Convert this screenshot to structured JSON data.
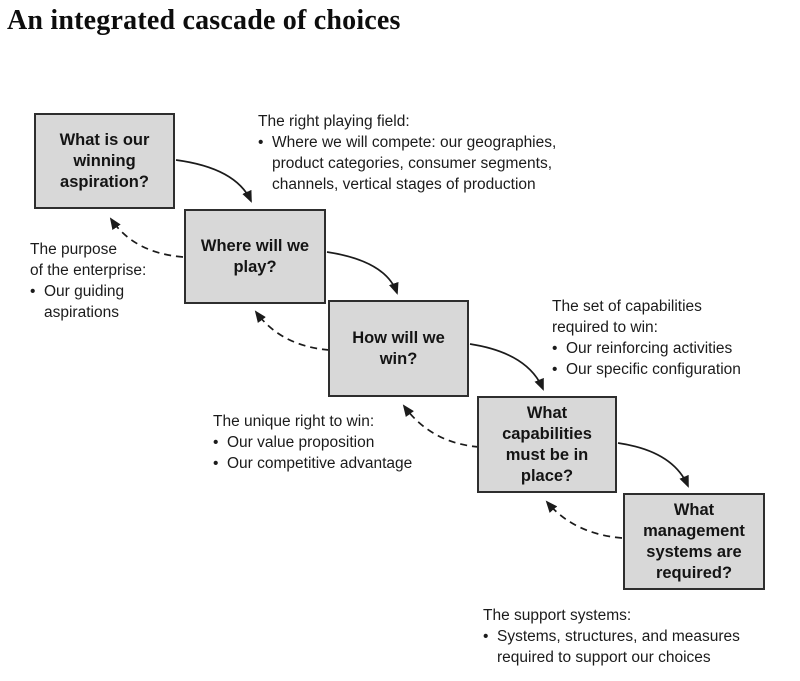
{
  "title": "An integrated cascade of choices",
  "colors": {
    "background": "#ffffff",
    "box_fill": "#d8d8d8",
    "box_border": "#2e2e2e",
    "text": "#1b1b1b",
    "arrow": "#1b1b1b"
  },
  "bullet_glyph": "•",
  "boxes": [
    {
      "label": "What is our\nwinning\naspiration?"
    },
    {
      "label": "Where will we\nplay?"
    },
    {
      "label": "How will we\nwin?"
    },
    {
      "label": "What\ncapabilities\nmust be in\nplace?"
    },
    {
      "label": "What\nmanagement\nsystems are\nrequired?"
    }
  ],
  "annotations": [
    {
      "heading": "The right playing field:",
      "bullets": [
        "Where we will compete: our geographies,\nproduct categories, consumer segments,\nchannels, vertical stages of production"
      ]
    },
    {
      "heading": "The purpose\nof the enterprise:",
      "bullets": [
        "Our guiding\naspirations"
      ]
    },
    {
      "heading": "The set of capabilities\nrequired to win:",
      "bullets": [
        "Our reinforcing activities",
        "Our specific configuration"
      ]
    },
    {
      "heading": "The unique right to win:",
      "bullets": [
        "Our value proposition",
        "Our competitive advantage"
      ]
    },
    {
      "heading": "The support systems:",
      "bullets": [
        "Systems, structures, and measures\nrequired to support our choices"
      ]
    }
  ]
}
